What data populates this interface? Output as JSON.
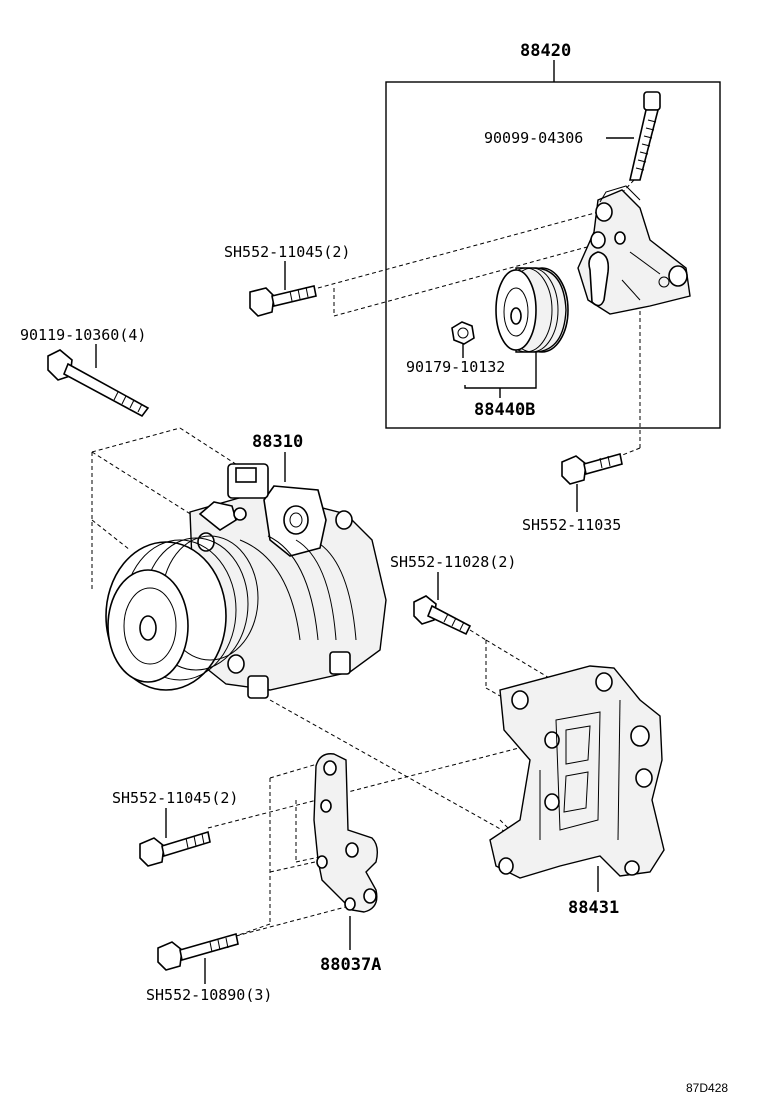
{
  "labels": {
    "bracket_assy": "88420",
    "bolt_top": "90099-04306",
    "bolt_upper_left": "SH552-11045(2)",
    "bolt_long": "90119-10360(4)",
    "nut": "90179-10132",
    "pulley": "88440B",
    "compressor": "88310",
    "bolt_mid_right": "SH552-11035",
    "bolt_bracket": "SH552-11028(2)",
    "bolt_lower_left": "SH552-11045(2)",
    "plate": "88037A",
    "bracket_main": "88431",
    "bolt_bottom": "SH552-10890(3)"
  },
  "diagram_ref": "87D428"
}
